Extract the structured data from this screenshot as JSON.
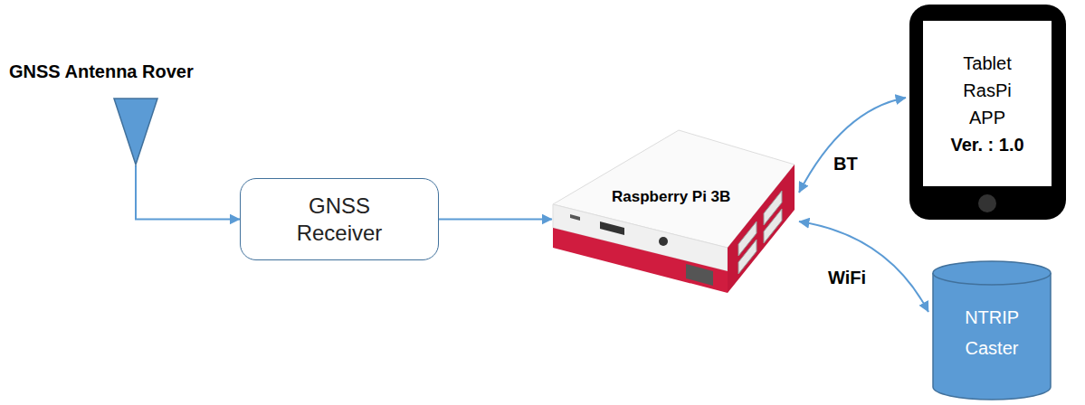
{
  "diagram": {
    "nodes": [
      {
        "text": [
          "GNSS Antenna Rover"
        ]
      },
      {
        "text": [
          "GNSS Receiver"
        ]
      },
      {
        "text": [
          "Raspberry Pi 3B"
        ]
      },
      {
        "text": [
          "Tablet RasPi APP",
          "Ver. : 1.0"
        ]
      },
      {
        "text": [
          "NTRIP Caster"
        ]
      }
    ],
    "edges": [
      {
        "from": 0,
        "to": 1,
        "arrow": "to"
      },
      {
        "from": 1,
        "to": 2,
        "arrow": "to"
      },
      {
        "from": 2,
        "to": 3,
        "arrow": "both",
        "label": "BT"
      },
      {
        "from": 2,
        "to": 4,
        "arrow": "both",
        "label": "WiFi"
      }
    ]
  }
}
